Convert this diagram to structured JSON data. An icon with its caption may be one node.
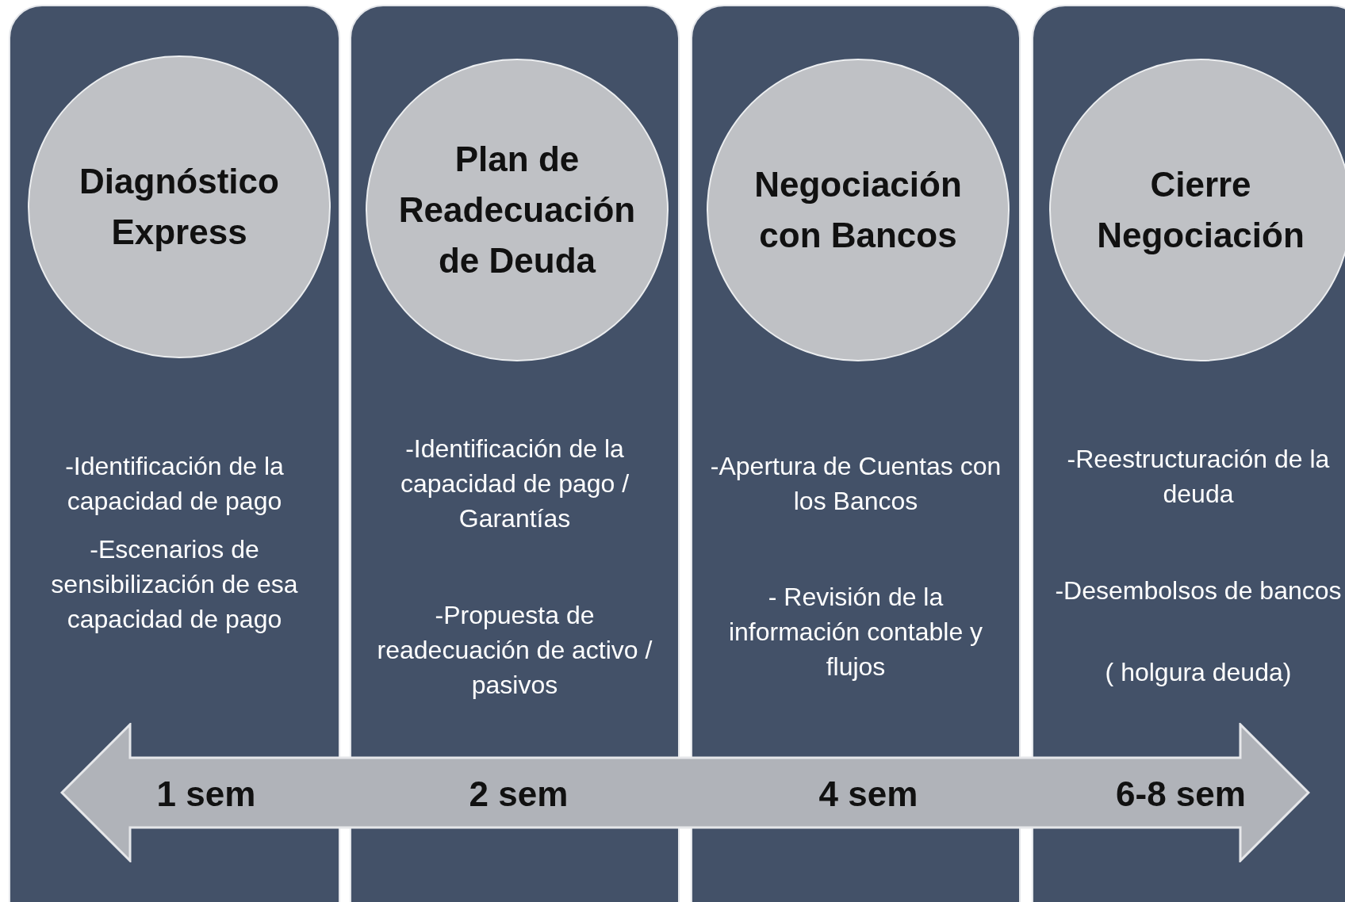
{
  "diagram": {
    "nodes": [
      {
        "text": [
          "-Identificación de la capacidad de pago",
          "-Escenarios de sensibilización de esa capacidad de pago"
        ]
      },
      {
        "text": [
          "Diagnóstico Express"
        ],
        "in": 0
      },
      {
        "text": [
          "-Identificación de la capacidad de pago / Garantías",
          "-Propuesta de readecuación de activo / pasivos"
        ]
      },
      {
        "text": [
          "Plan de Readecuación de Deuda"
        ],
        "in": 2
      },
      {
        "text": [
          "-Apertura de Cuentas con los Bancos",
          "- Revisión de la información contable y flujos"
        ]
      },
      {
        "text": [
          "Negociación con Bancos"
        ],
        "in": 4
      },
      {
        "text": [
          "-Reestructuración de la deuda",
          "-Desembolsos de bancos",
          "( holgura deuda)"
        ]
      },
      {
        "text": [
          "Cierre Negociación"
        ],
        "in": 6
      },
      {
        "text": [
          "1 sem",
          "2 sem",
          "4 sem",
          "6-8 sem"
        ]
      }
    ]
  }
}
